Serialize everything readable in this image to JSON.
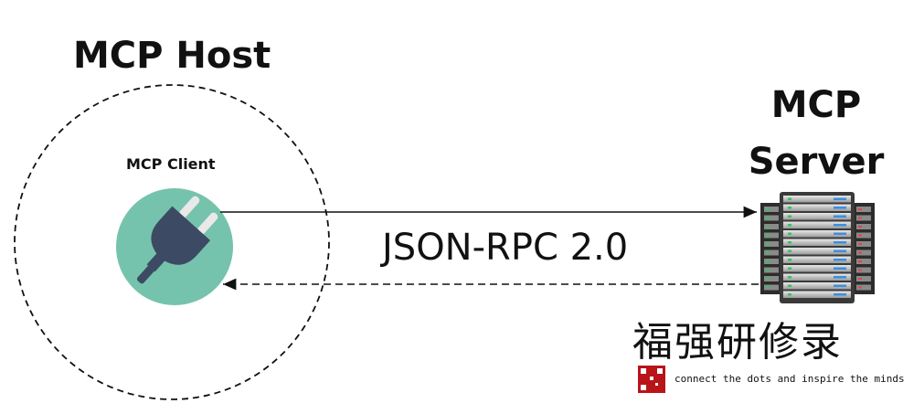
{
  "host": {
    "title": "MCP Host"
  },
  "client": {
    "title": "MCP Client",
    "icon": "plug-icon",
    "icon_bg": "#76c3ad",
    "icon_fg": "#3d4a63"
  },
  "server": {
    "title": "MCP Server",
    "icon": "server-rack-icon"
  },
  "connection": {
    "protocol": "JSON-RPC 2.0",
    "request": "solid-arrow-right",
    "response": "dashed-arrow-left"
  },
  "watermark": {
    "chinese": "福强研修录",
    "tagline": "connect the dots and inspire the minds",
    "qr_color": "#b8141a"
  }
}
